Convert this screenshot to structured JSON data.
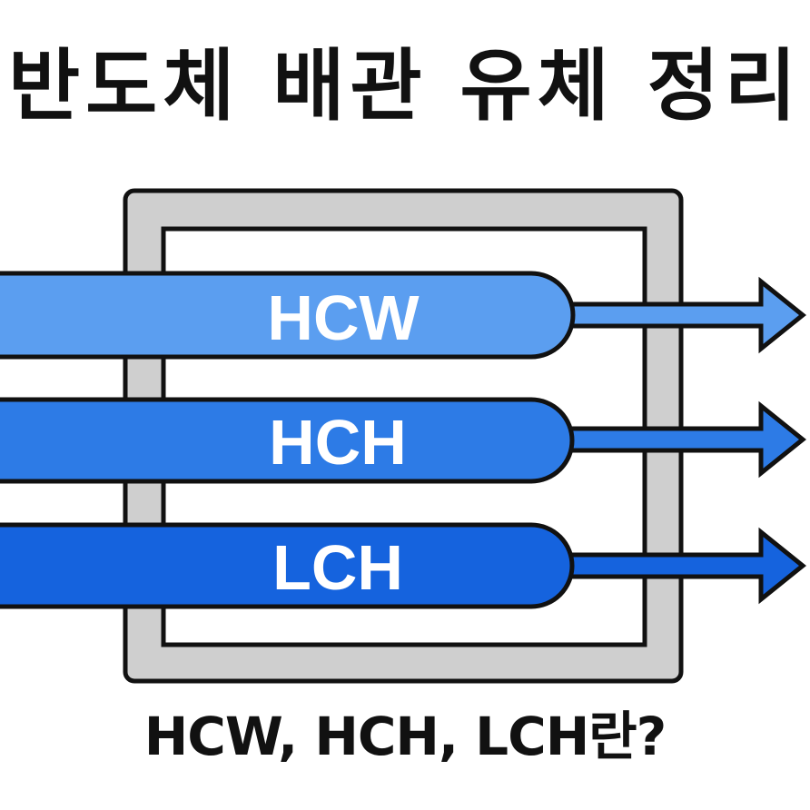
{
  "title": "반도체 배관 유체 정리",
  "pipes": [
    {
      "label": "HCW",
      "color": "#5b9ef0"
    },
    {
      "label": "HCH",
      "color": "#2d7be6"
    },
    {
      "label": "LCH",
      "color": "#1563de"
    }
  ],
  "colors": {
    "frame": "#cfcfcf",
    "outline": "#111111",
    "label": "#ffffff",
    "background": "#ffffff"
  },
  "question": "HCW, HCH, LCH란?"
}
